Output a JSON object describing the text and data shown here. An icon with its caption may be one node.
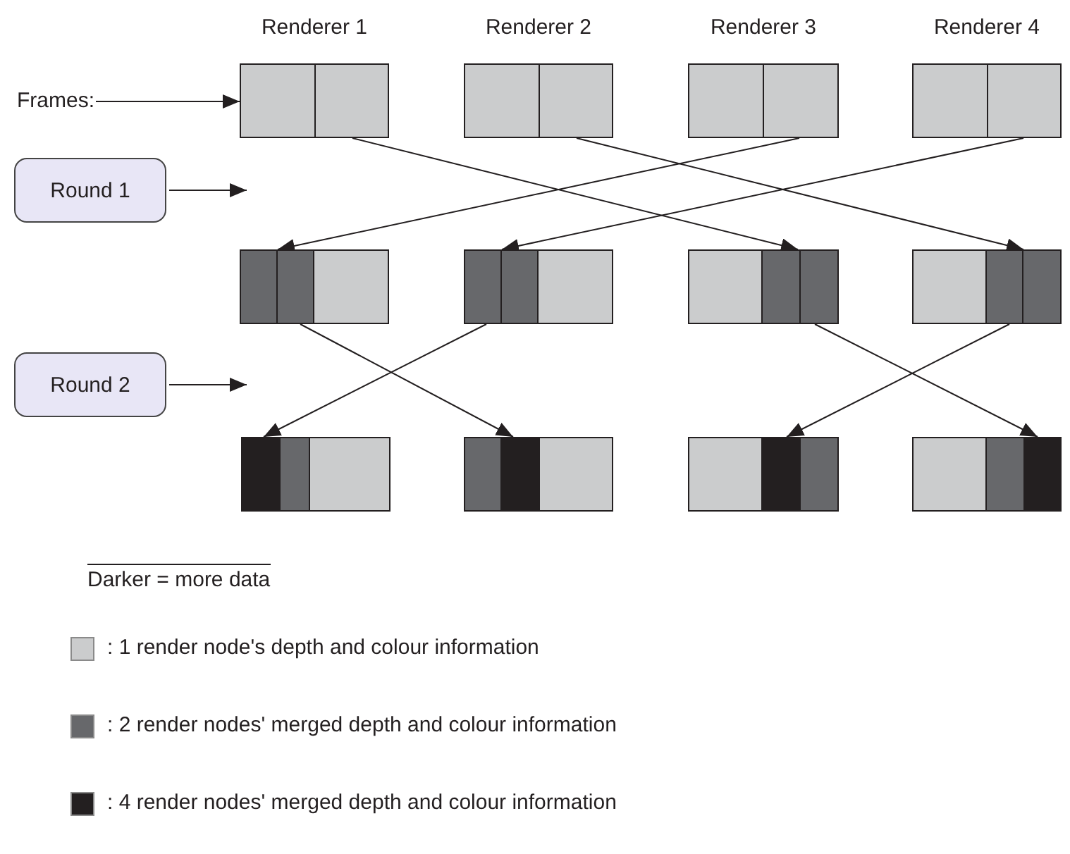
{
  "diagram": {
    "nodes": [
      {
        "text": [
          "Frames:"
        ]
      },
      {
        "text": [],
        "shape": "box",
        "beside": [
          "Renderer 1"
        ]
      },
      {
        "text": [],
        "shape": "box",
        "beside": [
          "Renderer 2"
        ]
      },
      {
        "text": [],
        "shape": "box",
        "beside": [
          "Renderer 3"
        ]
      },
      {
        "text": [],
        "shape": "box",
        "beside": [
          "Renderer 4"
        ]
      },
      {
        "text": [
          "Round 1"
        ]
      },
      {
        "text": [],
        "shape": "box"
      },
      {
        "text": [],
        "shape": "box"
      },
      {
        "text": [],
        "shape": "box"
      },
      {
        "text": [],
        "shape": "box"
      },
      {
        "text": [
          "Round 2"
        ]
      },
      {
        "text": [],
        "shape": "box"
      },
      {
        "text": [],
        "shape": "box"
      },
      {
        "text": [],
        "shape": "box"
      },
      {
        "text": [],
        "shape": "box"
      }
    ],
    "edges": [
      {
        "from": 0,
        "to": 1,
        "arrow": "to"
      },
      {
        "from": 1,
        "to": 8,
        "arrow": "to"
      },
      {
        "from": 2,
        "to": 9,
        "arrow": "to"
      },
      {
        "from": 3,
        "to": 6,
        "arrow": "to"
      },
      {
        "from": 4,
        "to": 7,
        "arrow": "to"
      },
      {
        "from": 5,
        "to": null,
        "arrow": "to"
      },
      {
        "from": 6,
        "to": 12,
        "arrow": "to"
      },
      {
        "from": 7,
        "to": 11,
        "arrow": "to"
      },
      {
        "from": 8,
        "to": 14,
        "arrow": "to"
      },
      {
        "from": 9,
        "to": 13,
        "arrow": "to"
      },
      {
        "from": 10,
        "to": null,
        "arrow": "to"
      }
    ],
    "labels": [
      "Darker = more data"
    ],
    "legend": [
      {
        "text": ": 1 render node's depth and colour information",
        "color": "#cbcccd"
      },
      {
        "text": ": 2 render nodes' merged depth and colour information",
        "color": "#67686b"
      },
      {
        "text": ": 4 render nodes' merged depth and colour information",
        "color": "#231f20"
      }
    ]
  }
}
